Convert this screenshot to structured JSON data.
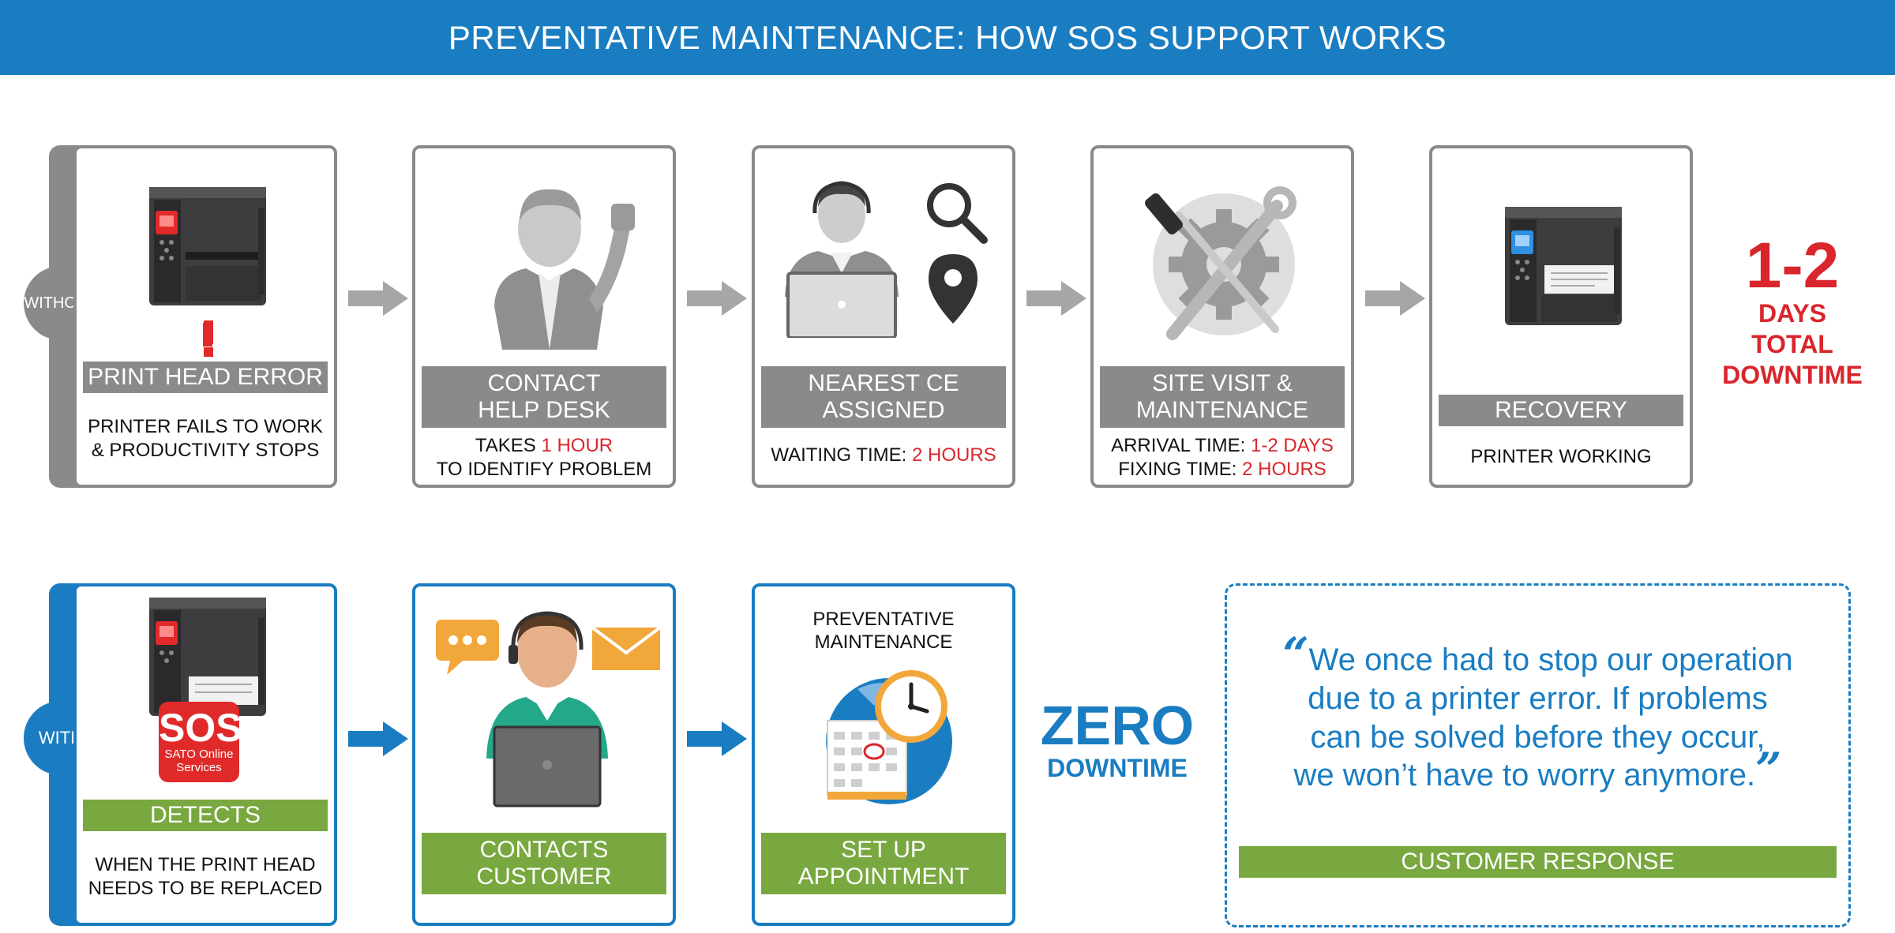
{
  "title": "PREVENTATIVE MAINTENANCE: HOW SOS SUPPORT WORKS",
  "colors": {
    "blue": "#1a7dc2",
    "gray": "#8a8a8a",
    "green": "#78a83f",
    "red": "#d9262c"
  },
  "without": {
    "label": "WITHOUT",
    "steps": [
      {
        "icon": "printer-error-icon",
        "title_lines": [
          "PRINT HEAD ERROR"
        ],
        "desc": [
          "PRINTER FAILS TO WORK",
          "& PRODUCTIVITY STOPS"
        ]
      },
      {
        "icon": "help-desk-person-icon",
        "title_lines": [
          "CONTACT",
          "HELP DESK"
        ],
        "desc_pre": "TAKES ",
        "desc_red": "1 HOUR",
        "desc_line2": "TO IDENTIFY PROBLEM"
      },
      {
        "icon": "technician-search-location-icon",
        "title_lines": [
          "NEAREST CE",
          "ASSIGNED"
        ],
        "desc_pre": "WAITING TIME: ",
        "desc_red": "2 HOURS"
      },
      {
        "icon": "tools-gear-icon",
        "title_lines": [
          "SITE VISIT &",
          "MAINTENANCE"
        ],
        "desc1_pre": "ARRIVAL TIME: ",
        "desc1_red": "1-2 DAYS",
        "desc2_pre": "FIXING TIME: ",
        "desc2_red": "2 HOURS"
      },
      {
        "icon": "printer-working-icon",
        "title_lines": [
          "RECOVERY"
        ],
        "desc": [
          "PRINTER WORKING"
        ]
      }
    ],
    "result": {
      "big": "1-2",
      "lines": [
        "DAYS",
        "TOTAL",
        "DOWNTIME"
      ]
    }
  },
  "with": {
    "label": "WITH",
    "steps": [
      {
        "icon": "sos-printer-icon",
        "badge": "SOS",
        "badge_sub": [
          "SATO Online",
          "Services"
        ],
        "title_lines": [
          "DETECTS"
        ],
        "desc": [
          "WHEN THE PRINT HEAD",
          "NEEDS TO BE REPLACED"
        ]
      },
      {
        "icon": "operator-laptop-icon",
        "title_lines": [
          "CONTACTS",
          "CUSTOMER"
        ]
      },
      {
        "icon": "calendar-clock-icon",
        "top_text": [
          "PREVENTATIVE",
          "MAINTENANCE"
        ],
        "title_lines": [
          "SET UP",
          "APPOINTMENT"
        ]
      }
    ],
    "result": {
      "big": "ZERO",
      "small": "DOWNTIME"
    }
  },
  "quote": {
    "open_mark": "“",
    "close_mark": "”",
    "lines": [
      "We once had to stop our operation",
      "due to a printer error. If problems",
      "can be solved before they occur,",
      "we won’t have to worry anymore."
    ],
    "label": "CUSTOMER RESPONSE"
  }
}
